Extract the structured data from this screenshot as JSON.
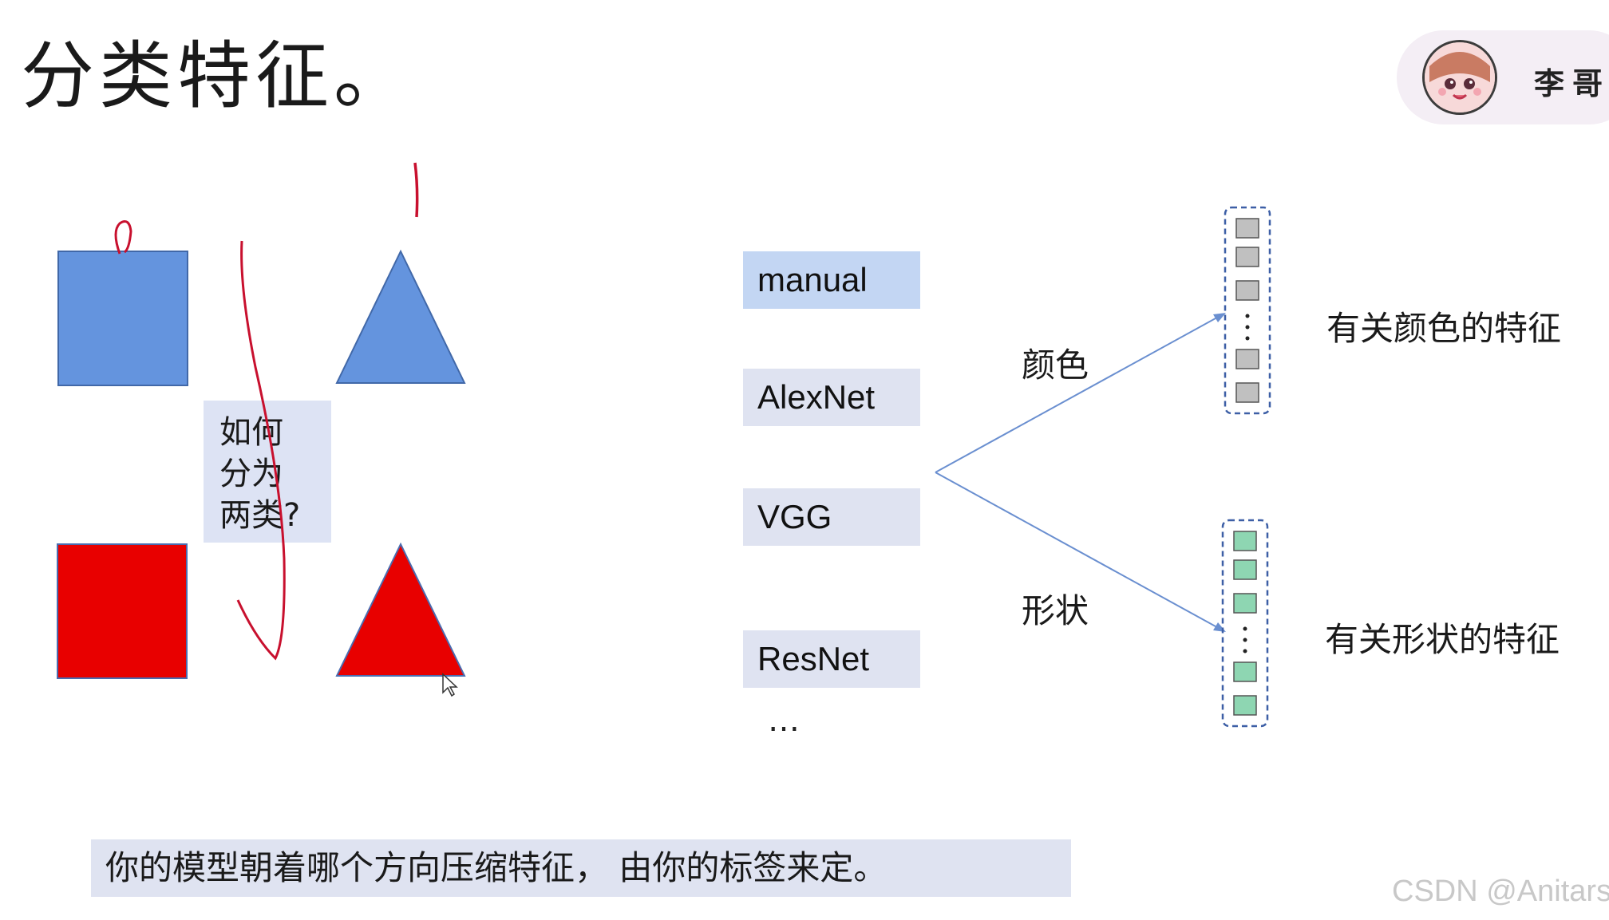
{
  "slide": {
    "title": "分类特征。"
  },
  "badge": {
    "name": "李哥考"
  },
  "shapes": {
    "question_lines": [
      "如何",
      "分为",
      "两类?"
    ]
  },
  "models": {
    "items": [
      "manual",
      "AlexNet",
      "VGG",
      "ResNet"
    ],
    "ellipsis": "…"
  },
  "branches": {
    "color_label": "颜色",
    "shape_label": "形状",
    "color_feature": "有关颜色的特征",
    "shape_feature": "有关形状的特征"
  },
  "footer": {
    "note": "你的模型朝着哪个方向压缩特征， 由你的标签来定。"
  },
  "watermark": {
    "text": "CSDN @Anitars"
  },
  "colors": {
    "blue": "#6494de",
    "red": "#e80000",
    "gray_cell": "#c0c0c0",
    "green_cell": "#8ed6b2",
    "arrow": "#6a8fd0"
  }
}
